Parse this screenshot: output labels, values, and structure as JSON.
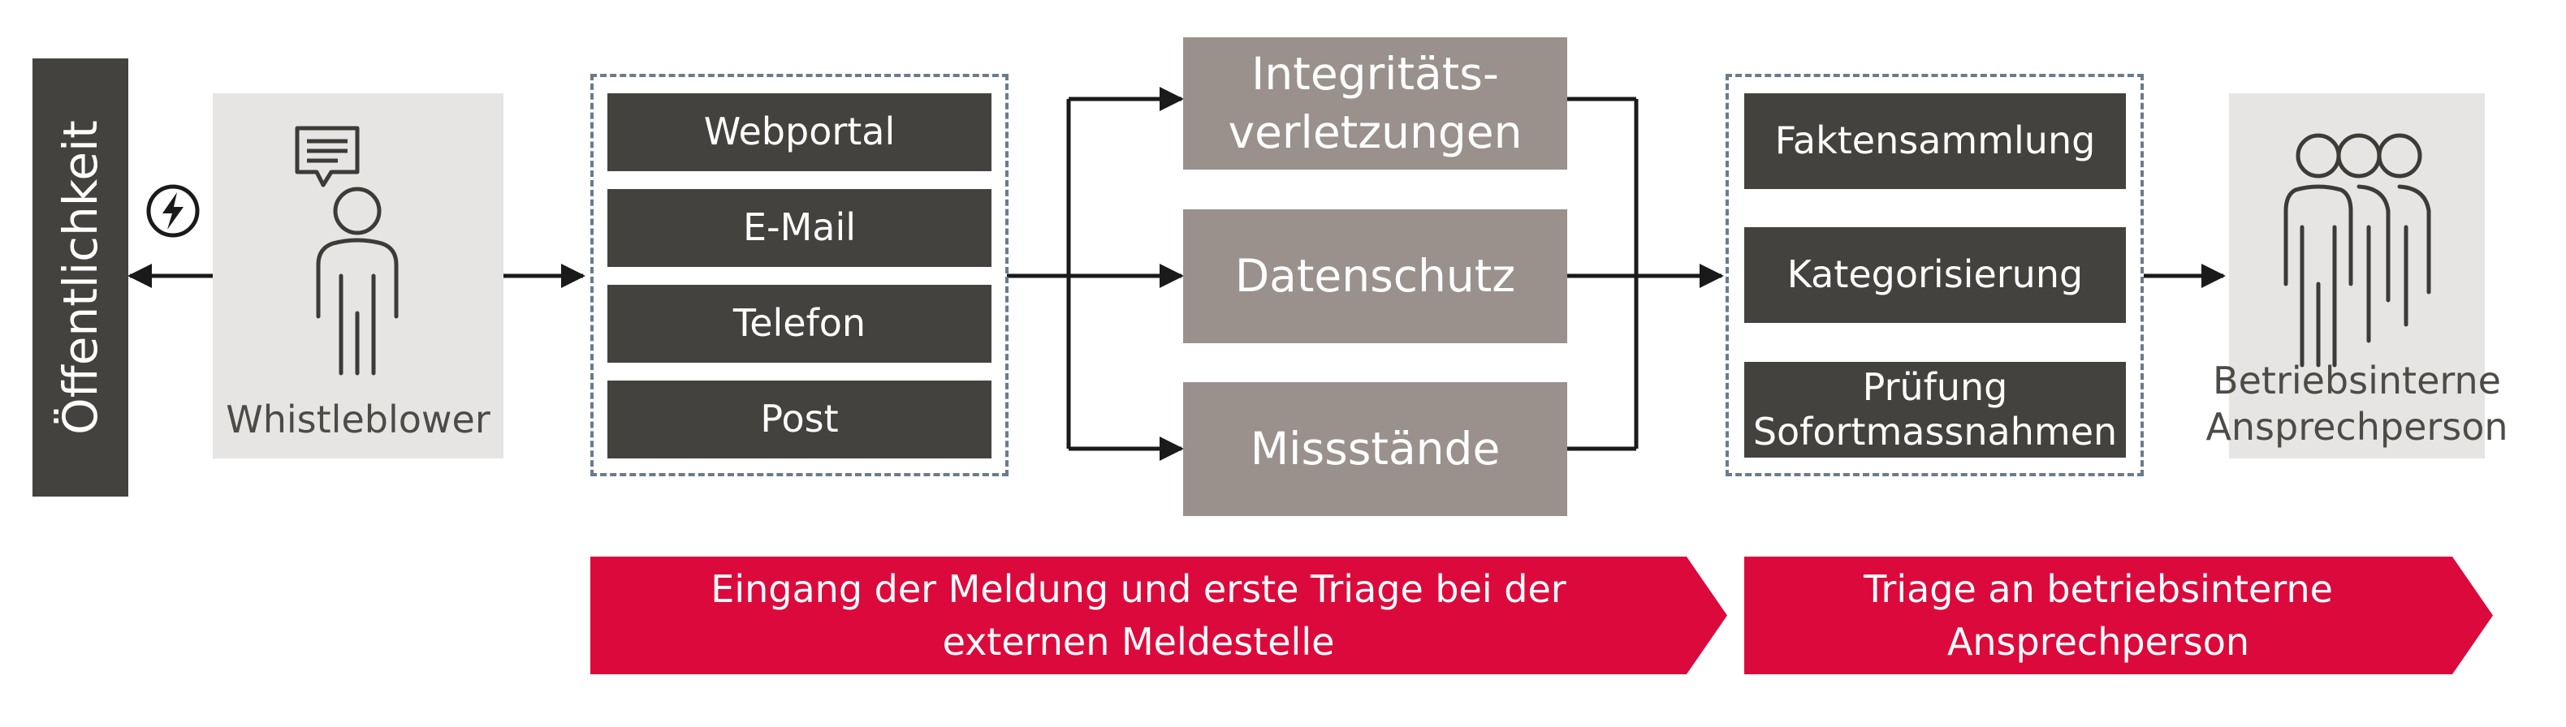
{
  "public_label": "Öffentlichkeit",
  "whistleblower_label": "Whistleblower",
  "channels": [
    "Webportal",
    "E-Mail",
    "Telefon",
    "Post"
  ],
  "categories": [
    "Integritäts-\nverletzungen",
    "Datenschutz",
    "Missstände"
  ],
  "steps": [
    "Faktensammlung",
    "Kategorisierung",
    "Prüfung\nSofortmassnahmen"
  ],
  "contact_label": "Betriebsinterne\nAnsprechperson",
  "banners": {
    "left": "Eingang der Meldung und erste Triage bei der\nexternen Meldestelle",
    "right": "Triage an betriebsinterne\nAnsprechperson"
  },
  "colors": {
    "dark": "#44423e",
    "taupe": "#9a918c",
    "light_panel": "#e6e5e3",
    "accent_red": "#dc0a3c",
    "dashed_border": "#6b7b8a",
    "line": "#1a1a1a"
  },
  "icons": [
    "lightning-icon",
    "speech-bubble-icon",
    "person-icon",
    "group-icon"
  ]
}
